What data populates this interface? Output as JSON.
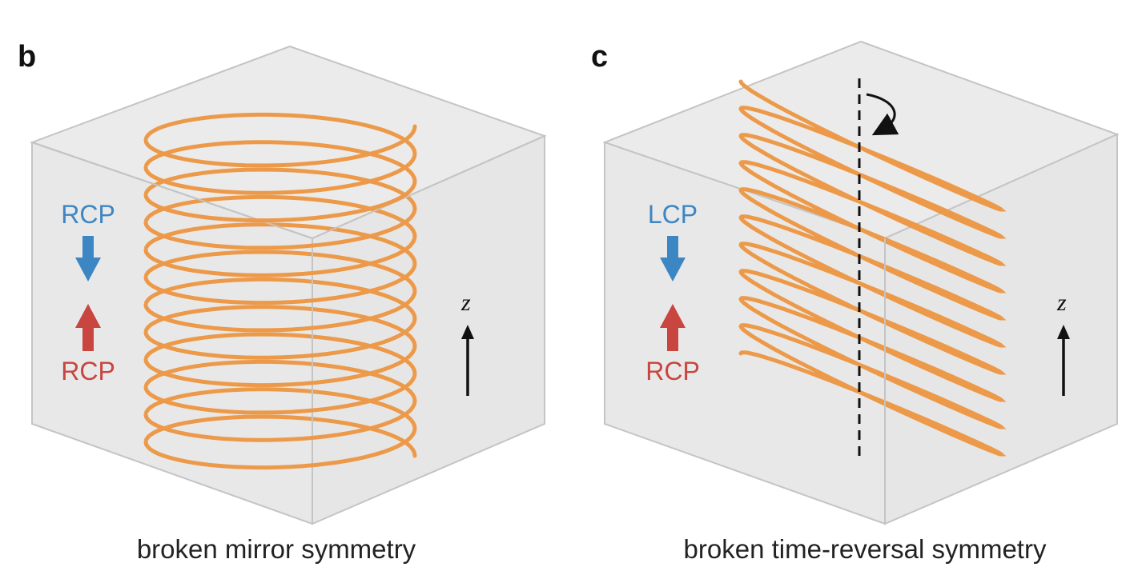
{
  "colors": {
    "box_fill": "#e9e9e9",
    "box_edge": "#c4c4c4",
    "coil": "#ec9a4a",
    "blue": "#3d86c4",
    "red": "#c9453f",
    "black": "#111111"
  },
  "panel_b": {
    "letter": "b",
    "top_label": "RCP",
    "bottom_label": "RCP",
    "axis_label": "z",
    "caption": "broken mirror symmetry",
    "coil_style": "circular helix",
    "coil_turns": 12
  },
  "panel_c": {
    "letter": "c",
    "top_label": "LCP",
    "bottom_label": "RCP",
    "axis_label": "z",
    "caption": "broken time-reversal symmetry",
    "coil_style": "tilted helix",
    "coil_turns": 10,
    "rotation_axis": "dashed vertical axis",
    "rotation_icon": "curved-arrow-icon"
  }
}
